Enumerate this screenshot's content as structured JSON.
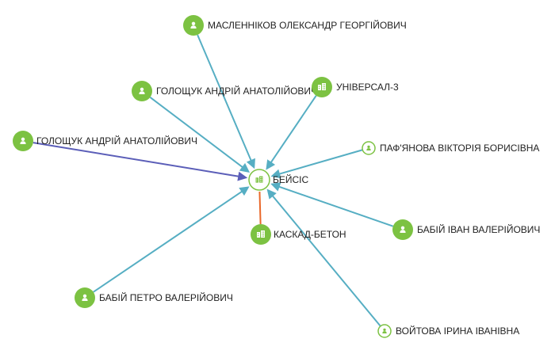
{
  "colors": {
    "node_green": "#7cc242",
    "edge_teal": "#56aec3",
    "edge_blue": "#5b5eb8",
    "edge_orange": "#e9682a",
    "center_ring": "#7cc242"
  },
  "graph": {
    "center": {
      "label": "БЕЙСІС",
      "kind": "company",
      "icon": "building-icon"
    },
    "nodes": [
      {
        "id": "maslennikov",
        "label": "МАСЛЕННІКОВ ОЛЕКСАНДР ГЕОРГІЙОВИЧ",
        "kind": "person",
        "icon": "person-icon",
        "size": "large",
        "edge_color": "edge_teal",
        "direction": "to-center"
      },
      {
        "id": "holoshchuk-1",
        "label": "ГОЛОЩУК АНДРІЙ АНАТОЛІЙОВИЧ",
        "kind": "person",
        "icon": "person-icon",
        "size": "large",
        "edge_color": "edge_teal",
        "direction": "to-center"
      },
      {
        "id": "universal-3",
        "label": "УНІВЕРСАЛ-3",
        "kind": "company",
        "icon": "building-icon",
        "size": "large",
        "edge_color": "edge_teal",
        "direction": "to-center"
      },
      {
        "id": "holoshchuk-2",
        "label": "ГОЛОЩУК АНДРІЙ АНАТОЛІЙОВИЧ",
        "kind": "person",
        "icon": "person-icon",
        "size": "large",
        "edge_color": "edge_blue",
        "direction": "to-center"
      },
      {
        "id": "pafianova",
        "label": "ПАФ'ЯНОВА ВІКТОРІЯ БОРИСІВНА",
        "kind": "person",
        "icon": "person-icon",
        "size": "small",
        "edge_color": "edge_teal",
        "direction": "to-center"
      },
      {
        "id": "kaskad-beton",
        "label": "КАСКАД-БЕТОН",
        "kind": "company",
        "icon": "building-icon",
        "size": "large",
        "edge_color": "edge_orange",
        "direction": "none"
      },
      {
        "id": "babii-ivan",
        "label": "БАБІЙ ІВАН ВАЛЕРІЙОВИЧ",
        "kind": "person",
        "icon": "person-icon",
        "size": "large",
        "edge_color": "edge_teal",
        "direction": "to-center"
      },
      {
        "id": "babii-petro",
        "label": "БАБІЙ ПЕТРО ВАЛЕРІЙОВИЧ",
        "kind": "person",
        "icon": "person-icon",
        "size": "large",
        "edge_color": "edge_teal",
        "direction": "to-center"
      },
      {
        "id": "voitova",
        "label": "ВОЙТОВА ІРИНА ІВАНІВНА",
        "kind": "person",
        "icon": "person-icon",
        "size": "small",
        "edge_color": "edge_teal",
        "direction": "to-center"
      }
    ]
  }
}
